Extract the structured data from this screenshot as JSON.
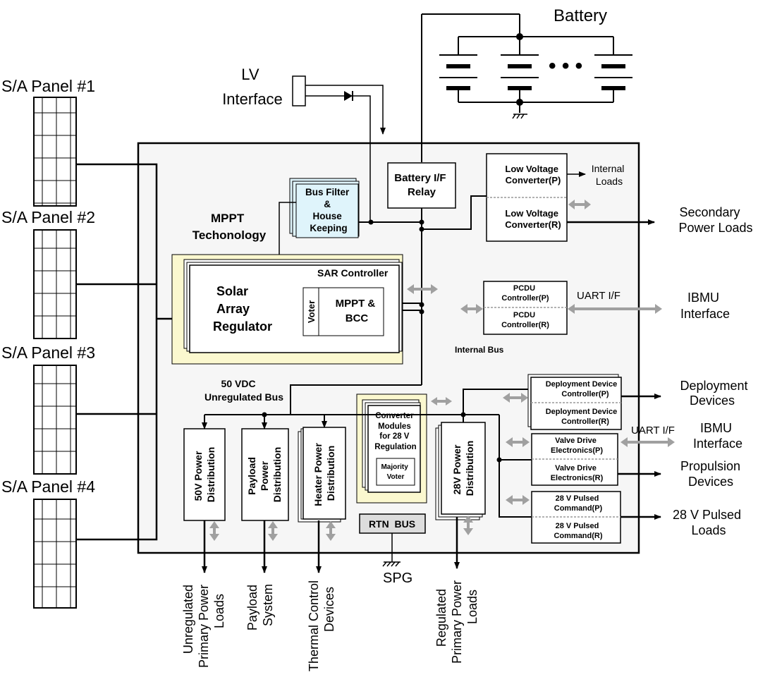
{
  "battery": {
    "label": "Battery",
    "dots": "• • •"
  },
  "lv_interface": {
    "line1": "LV",
    "line2": "Interface"
  },
  "panels": [
    "S/A Panel #1",
    "S/A Panel #2",
    "S/A Panel #3",
    "S/A Panel #4"
  ],
  "mppt": {
    "line1": "MPPT",
    "line2": "Techonology"
  },
  "bus_filter": {
    "line1": "Bus Filter",
    "line2": "&",
    "line3": "House",
    "line4": "Keeping"
  },
  "battery_relay": {
    "line1": "Battery I/F",
    "line2": "Relay"
  },
  "lvc": {
    "p1": "Low Voltage",
    "p2": "Converter(P)",
    "r1": "Low Voltage",
    "r2": "Converter(R)"
  },
  "internal_loads": {
    "line1": "Internal",
    "line2": "Loads"
  },
  "secondary_loads": {
    "line1": "Secondary",
    "line2": "Power Loads"
  },
  "sar": {
    "controller": "SAR Controller",
    "line1": "Solar",
    "line2": "Array",
    "line3": "Regulator",
    "voter": "Voter",
    "mppt1": "MPPT &",
    "mppt2": "BCC"
  },
  "pcdu": {
    "p1": "PCDU",
    "p2": "Controller(P)",
    "r1": "PCDU",
    "r2": "Controller(R)"
  },
  "uart1": "UART I/F",
  "ibmu1": {
    "line1": "IBMU",
    "line2": "Interface"
  },
  "internal_bus": "Internal Bus",
  "unreg_bus": {
    "line1": "50 VDC",
    "line2": "Unregulated Bus"
  },
  "converter": {
    "line1": "Converter",
    "line2": "Modules",
    "line3": "for 28 V",
    "line4": "Regulation",
    "mv1": "Majority",
    "mv2": "Voter"
  },
  "dist": {
    "d50": {
      "line1": "50V Power",
      "line2": "Distribution"
    },
    "payload": {
      "line1": "Payload",
      "line2": "Power",
      "line3": "Distribution"
    },
    "heater": {
      "line1": "Heater Power",
      "line2": "Distribution"
    },
    "d28": {
      "line1": "28V Power",
      "line2": "Distribution"
    }
  },
  "ddc": {
    "p1": "Deployment Device",
    "p2": "Controller(P)",
    "r1": "Deployment Device",
    "r2": "Controller(R)"
  },
  "vde": {
    "p1": "Valve Drive",
    "p2": "Electronics(P)",
    "r1": "Valve Drive",
    "r2": "Electronics(R)"
  },
  "pulsed": {
    "p1": "28 V Pulsed",
    "p2": "Command(P)",
    "r1": "28 V Pulsed",
    "r2": "Command(R)"
  },
  "deployment_devices": {
    "line1": "Deployment",
    "line2": "Devices"
  },
  "uart2": "UART I/F",
  "ibmu2": {
    "line1": "IBMU",
    "line2": "Interface"
  },
  "propulsion_devices": {
    "line1": "Propulsion",
    "line2": "Devices"
  },
  "pulsed_loads": {
    "line1": "28 V Pulsed",
    "line2": "Loads"
  },
  "rtn_bus": "RTN  BUS",
  "spg": "SPG",
  "outputs": {
    "unreg": {
      "line1": "Unregulated",
      "line2": "Primary Power",
      "line3": "Loads"
    },
    "payload": {
      "line1": "Payload",
      "line2": "System"
    },
    "thermal": {
      "line1": "Thermal Control",
      "line2": "Devices"
    },
    "reg": {
      "line1": "Regulated",
      "line2": "Primary Power",
      "line3": "Loads"
    }
  },
  "colors": {
    "bus_filter_fill": "#dff4fb",
    "sar_fill": "#fbf8cf",
    "grey_arrow": "#a0a0a0",
    "main_box_fill": "#f6f6f6"
  }
}
